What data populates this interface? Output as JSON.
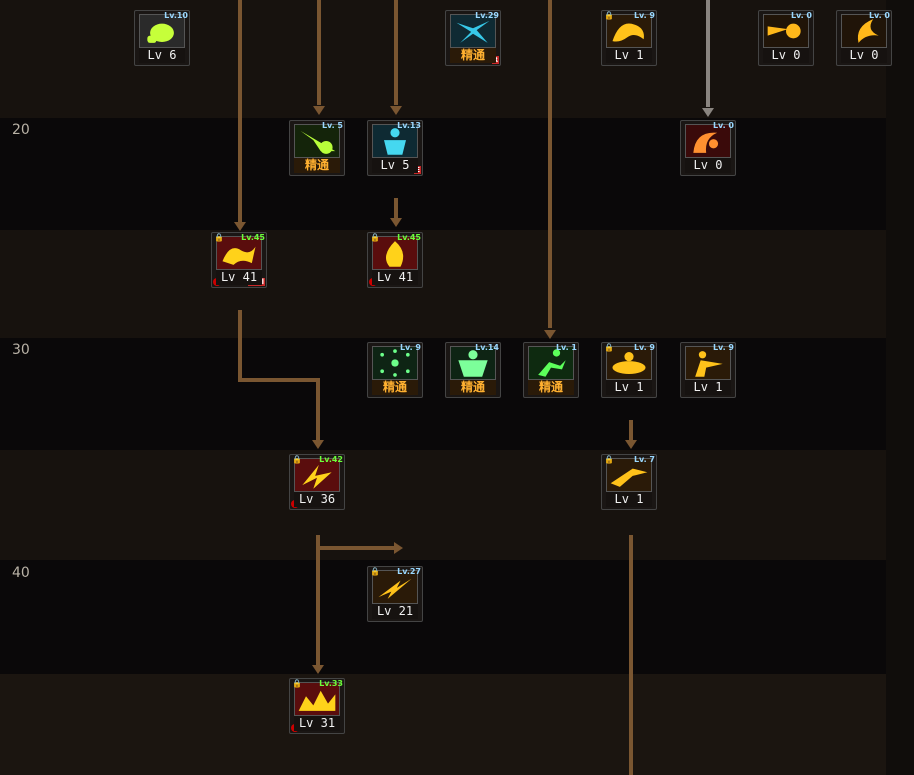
{
  "rows": [
    {
      "label": "20"
    },
    {
      "label": "30"
    },
    {
      "label": "40"
    }
  ],
  "skills": [
    {
      "id": "s1",
      "level_tag": "Lv.10",
      "caption": "Lv 6",
      "mastery": false,
      "locked": false,
      "bg": "#2a2a2a",
      "color": "#c6ff3a",
      "icon": "fist-icon"
    },
    {
      "id": "s2",
      "level_tag": "Lv.29",
      "caption": "精通",
      "mastery": true,
      "locked": false,
      "bg": "#0f2a33",
      "color": "#37c8e8",
      "icon": "shatter-icon",
      "corner": "R"
    },
    {
      "id": "s3",
      "level_tag": "Lv. 9",
      "caption": "Lv 1",
      "mastery": false,
      "locked": true,
      "bg": "#2a1a08",
      "color": "#ffc21a",
      "icon": "dragon-icon"
    },
    {
      "id": "s4",
      "level_tag": "Lv. 0",
      "caption": "Lv 0",
      "mastery": false,
      "locked": false,
      "bg": "#201408",
      "color": "#ffb81a",
      "icon": "comet-icon"
    },
    {
      "id": "s5",
      "level_tag": "Lv. 0",
      "caption": "Lv 0",
      "mastery": false,
      "locked": false,
      "bg": "#201408",
      "color": "#ffb81a",
      "icon": "crescent-icon"
    },
    {
      "id": "s6",
      "level_tag": "Lv. 5",
      "caption": "精通",
      "mastery": true,
      "locked": false,
      "bg": "#14240a",
      "color": "#b8ff3a",
      "icon": "burst-icon"
    },
    {
      "id": "s7",
      "level_tag": "Lv.13",
      "caption": "Lv 5",
      "mastery": false,
      "locked": false,
      "bg": "#0e2a33",
      "color": "#45d8f0",
      "icon": "body-icon",
      "corner": "E"
    },
    {
      "id": "s8",
      "level_tag": "Lv. 0",
      "caption": "Lv 0",
      "mastery": false,
      "locked": false,
      "bg": "#3a0a0a",
      "color": "#ff9030",
      "icon": "swing-icon"
    },
    {
      "id": "s9",
      "level_tag": "Lv.45",
      "caption": "Lv 41",
      "mastery": false,
      "locked": true,
      "bg": "#5a0d0d",
      "color": "#ffd21a",
      "icon": "whirl-icon",
      "corner": "Csrl",
      "tagcolor": "green"
    },
    {
      "id": "s10",
      "level_tag": "Lv.45",
      "caption": "Lv 41",
      "mastery": false,
      "locked": true,
      "bg": "#5a0d0d",
      "color": "#ffd21a",
      "icon": "flame-icon",
      "tagcolor": "green"
    },
    {
      "id": "s11",
      "level_tag": "Lv. 9",
      "caption": "精通",
      "mastery": true,
      "locked": false,
      "bg": "#0e2414",
      "color": "#6cff8a",
      "icon": "scatter-icon"
    },
    {
      "id": "s12",
      "level_tag": "Lv.14",
      "caption": "精通",
      "mastery": true,
      "locked": false,
      "bg": "#0e2414",
      "color": "#7cff9a",
      "icon": "muscle-icon"
    },
    {
      "id": "s13",
      "level_tag": "Lv. 1",
      "caption": "精通",
      "mastery": true,
      "locked": false,
      "bg": "#0e2a10",
      "color": "#5cff5a",
      "icon": "runner-icon"
    },
    {
      "id": "s14",
      "level_tag": "Lv. 9",
      "caption": "Lv 1",
      "mastery": false,
      "locked": true,
      "bg": "#2a1a08",
      "color": "#ffc21a",
      "icon": "spin-icon"
    },
    {
      "id": "s15",
      "level_tag": "Lv. 9",
      "caption": "Lv 1",
      "mastery": false,
      "locked": false,
      "bg": "#2a1a08",
      "color": "#ffc21a",
      "icon": "kick-icon"
    },
    {
      "id": "s16",
      "level_tag": "Lv.42",
      "caption": "Lv 36",
      "mastery": false,
      "locked": true,
      "bg": "#5a0d0d",
      "color": "#ffd21a",
      "icon": "strike-icon",
      "tagcolor": "green"
    },
    {
      "id": "s17",
      "level_tag": "Lv. 7",
      "caption": "Lv 1",
      "mastery": false,
      "locked": true,
      "bg": "#2a1a08",
      "color": "#ffc21a",
      "icon": "lunge-icon"
    },
    {
      "id": "s18",
      "level_tag": "Lv.27",
      "caption": "Lv 21",
      "mastery": false,
      "locked": true,
      "bg": "#2a1a08",
      "color": "#ffc21a",
      "icon": "bolt-icon"
    },
    {
      "id": "s19",
      "level_tag": "Lv.33",
      "caption": "Lv 31",
      "mastery": false,
      "locked": true,
      "bg": "#5a0d0d",
      "color": "#ffd21a",
      "icon": "quake-icon",
      "tagcolor": "green"
    }
  ]
}
